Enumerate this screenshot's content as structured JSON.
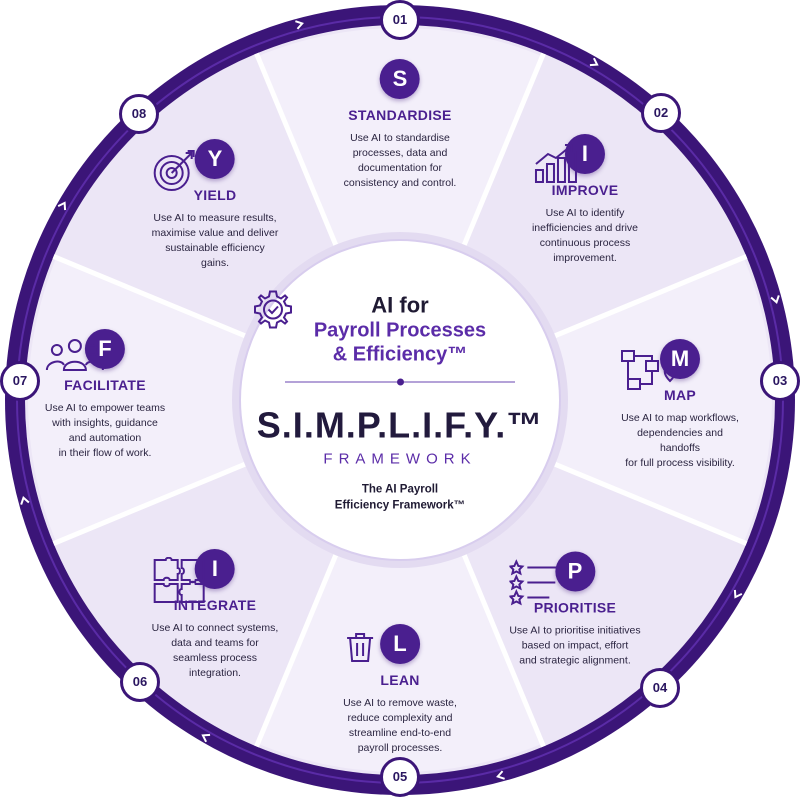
{
  "colors": {
    "ring": "#3b1578",
    "ring_light": "#5a2ba6",
    "segment_fill": "#ece6f6",
    "segment_fill_alt": "#f3effa",
    "divider": "#ffffff",
    "accent": "#4a1f8f",
    "hub": "#ffffff"
  },
  "center": {
    "line1": "AI for",
    "line2": "Payroll Processes",
    "line3": "& Efficiency™",
    "brand": "S.I.M.P.L.I.F.Y.™",
    "framework": "FRAMEWORK",
    "tagline1": "The AI Payroll",
    "tagline2": "Efficiency Framework™",
    "icon": "gear-check-icon"
  },
  "segments": [
    {
      "num": "01",
      "letter": "S",
      "title": "STANDARDISE",
      "desc": [
        "Use AI to standardise",
        "processes, data and",
        "documentation for",
        "consistency and control."
      ],
      "icon": "none"
    },
    {
      "num": "02",
      "letter": "I",
      "title": "IMPROVE",
      "desc": [
        "Use AI to identify",
        "inefficiencies and drive",
        "continuous process",
        "improvement."
      ],
      "icon": "bar-chart-up-icon"
    },
    {
      "num": "03",
      "letter": "M",
      "title": "MAP",
      "desc": [
        "Use AI to map workflows,",
        "dependencies and handoffs",
        "for full process visibility."
      ],
      "icon": "workflow-map-icon"
    },
    {
      "num": "04",
      "letter": "P",
      "title": "PRIORITISE",
      "desc": [
        "Use AI to prioritise initiatives",
        "based on impact, effort",
        "and strategic alignment."
      ],
      "icon": "star-list-icon"
    },
    {
      "num": "05",
      "letter": "L",
      "title": "LEAN",
      "desc": [
        "Use AI to remove waste,",
        "reduce complexity and",
        "streamline end-to-end",
        "payroll processes."
      ],
      "icon": "trash-bin-icon"
    },
    {
      "num": "06",
      "letter": "I",
      "title": "INTEGRATE",
      "desc": [
        "Use AI to connect systems,",
        "data and teams for",
        "seamless process",
        "integration."
      ],
      "icon": "puzzle-icon"
    },
    {
      "num": "07",
      "letter": "F",
      "title": "FACILITATE",
      "desc": [
        "Use AI to empower teams",
        "with insights, guidance",
        "and automation",
        "in their flow of work."
      ],
      "icon": "people-group-icon"
    },
    {
      "num": "08",
      "letter": "Y",
      "title": "YIELD",
      "desc": [
        "Use AI to measure results,",
        "maximise value and deliver",
        "sustainable efficiency",
        "gains."
      ],
      "icon": "target-icon"
    }
  ]
}
